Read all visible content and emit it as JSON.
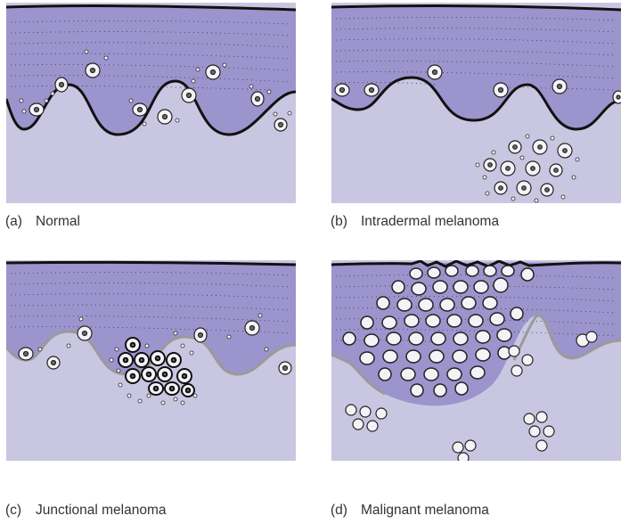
{
  "colors": {
    "epidermis": "#9c94cc",
    "dermis": "#c9c6e1",
    "outline": "#111111",
    "cell_fill": "#f4f3f8",
    "nucleus": "#6b6b6b"
  },
  "panels": [
    {
      "letter": "(a)",
      "caption": "Normal"
    },
    {
      "letter": "(b)",
      "caption": "Intradermal melanoma"
    },
    {
      "letter": "(c)",
      "caption": "Junctional melanoma"
    },
    {
      "letter": "(d)",
      "caption": "Malignant melanoma"
    }
  ]
}
